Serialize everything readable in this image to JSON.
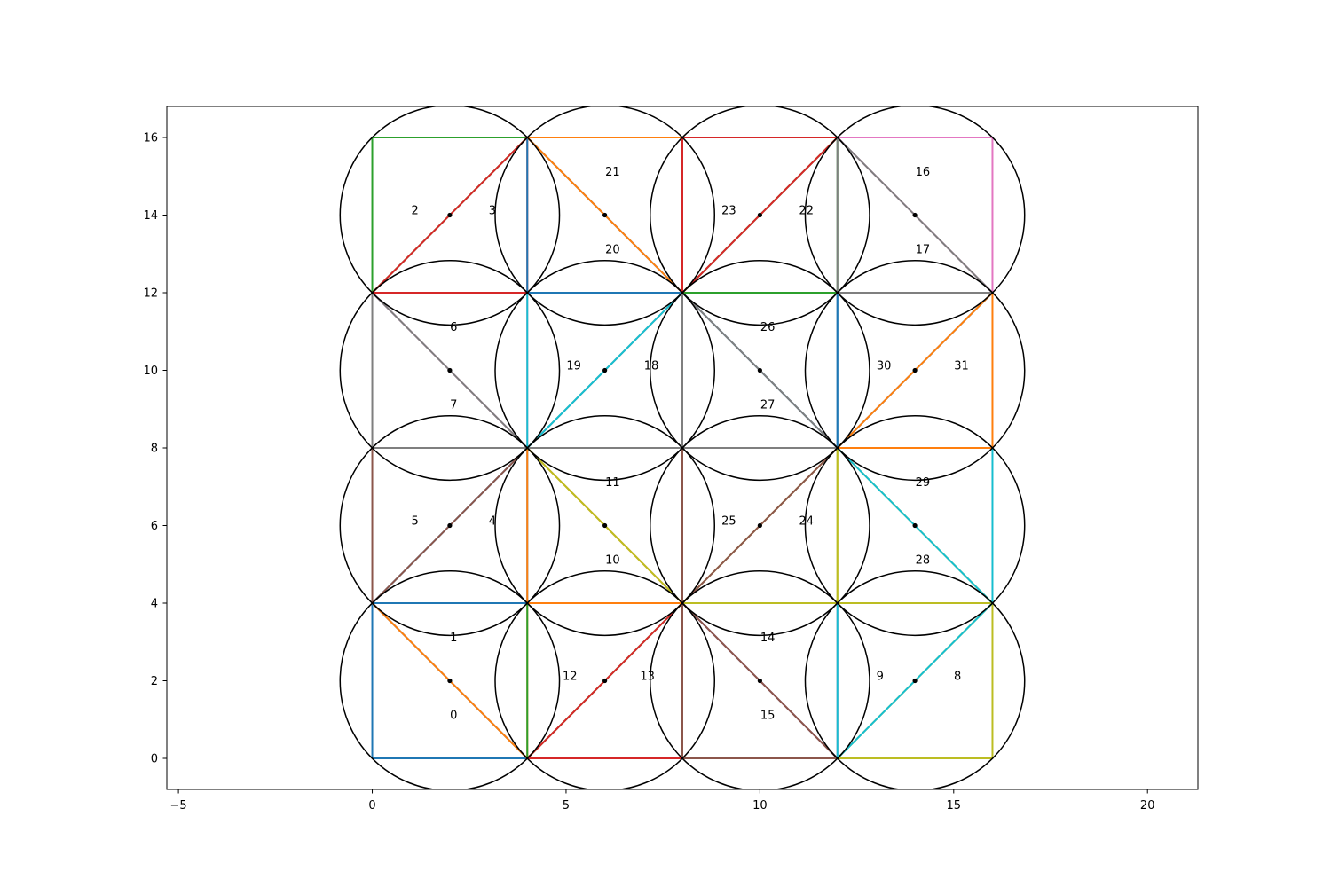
{
  "chart_data": {
    "type": "scatter",
    "title": "",
    "xlabel": "",
    "ylabel": "",
    "xlim": [
      -5.3,
      21.3
    ],
    "ylim": [
      -0.8,
      16.8
    ],
    "xticks": [
      -5,
      0,
      5,
      10,
      15,
      20
    ],
    "yticks": [
      0,
      2,
      4,
      6,
      8,
      10,
      12,
      14,
      16
    ],
    "grid": false,
    "legend": "none",
    "colors": {
      "C0": "#1f77b4",
      "C1": "#ff7f0e",
      "C2": "#2ca02c",
      "C3": "#d62728",
      "C4": "#9467bd",
      "C5": "#8c564b",
      "C6": "#e377c2",
      "C7": "#7f7f7f",
      "C8": "#bcbd22",
      "C9": "#17becf",
      "circle": "#000000",
      "center": "#000000"
    },
    "circles": [
      {
        "cx": 2,
        "cy": 2,
        "r": 2.83
      },
      {
        "cx": 6,
        "cy": 2,
        "r": 2.83
      },
      {
        "cx": 10,
        "cy": 2,
        "r": 2.83
      },
      {
        "cx": 14,
        "cy": 2,
        "r": 2.83
      },
      {
        "cx": 2,
        "cy": 6,
        "r": 2.83
      },
      {
        "cx": 6,
        "cy": 6,
        "r": 2.83
      },
      {
        "cx": 10,
        "cy": 6,
        "r": 2.83
      },
      {
        "cx": 14,
        "cy": 6,
        "r": 2.83
      },
      {
        "cx": 2,
        "cy": 10,
        "r": 2.83
      },
      {
        "cx": 6,
        "cy": 10,
        "r": 2.83
      },
      {
        "cx": 10,
        "cy": 10,
        "r": 2.83
      },
      {
        "cx": 14,
        "cy": 10,
        "r": 2.83
      },
      {
        "cx": 2,
        "cy": 14,
        "r": 2.83
      },
      {
        "cx": 6,
        "cy": 14,
        "r": 2.83
      },
      {
        "cx": 10,
        "cy": 14,
        "r": 2.83
      },
      {
        "cx": 14,
        "cy": 14,
        "r": 2.83
      }
    ],
    "centers": [
      [
        2,
        2
      ],
      [
        6,
        2
      ],
      [
        10,
        2
      ],
      [
        14,
        2
      ],
      [
        2,
        6
      ],
      [
        6,
        6
      ],
      [
        10,
        6
      ],
      [
        14,
        6
      ],
      [
        2,
        10
      ],
      [
        6,
        10
      ],
      [
        10,
        10
      ],
      [
        14,
        10
      ],
      [
        2,
        14
      ],
      [
        6,
        14
      ],
      [
        10,
        14
      ],
      [
        14,
        14
      ]
    ],
    "triangles": [
      {
        "id": "0",
        "color": "C0",
        "points": [
          [
            0,
            0
          ],
          [
            4,
            0
          ],
          [
            0,
            4
          ]
        ]
      },
      {
        "id": "1",
        "color": "C1",
        "points": [
          [
            0,
            4
          ],
          [
            4,
            0
          ],
          [
            4,
            4
          ]
        ]
      },
      {
        "id": "12",
        "color": "C2",
        "points": [
          [
            4,
            0
          ],
          [
            4,
            4
          ],
          [
            8,
            4
          ]
        ]
      },
      {
        "id": "13",
        "color": "C3",
        "points": [
          [
            4,
            0
          ],
          [
            8,
            0
          ],
          [
            8,
            4
          ]
        ]
      },
      {
        "id": "14",
        "color": "C4",
        "points": [
          [
            8,
            4
          ],
          [
            12,
            4
          ],
          [
            12,
            0
          ]
        ]
      },
      {
        "id": "15",
        "color": "C5",
        "points": [
          [
            8,
            4
          ],
          [
            8,
            0
          ],
          [
            12,
            0
          ]
        ]
      },
      {
        "id": "8",
        "color": "C8",
        "points": [
          [
            12,
            0
          ],
          [
            16,
            0
          ],
          [
            16,
            4
          ]
        ]
      },
      {
        "id": "9",
        "color": "C9",
        "points": [
          [
            12,
            0
          ],
          [
            16,
            4
          ],
          [
            12,
            4
          ]
        ]
      },
      {
        "id": "4",
        "color": "C0",
        "points": [
          [
            4,
            4
          ],
          [
            4,
            8
          ],
          [
            0,
            4
          ]
        ]
      },
      {
        "id": "5",
        "color": "C5",
        "points": [
          [
            0,
            4
          ],
          [
            4,
            8
          ],
          [
            0,
            8
          ]
        ]
      },
      {
        "id": "10",
        "color": "C1",
        "points": [
          [
            4,
            8
          ],
          [
            8,
            4
          ],
          [
            4,
            4
          ]
        ]
      },
      {
        "id": "11",
        "color": "C8",
        "points": [
          [
            4,
            8
          ],
          [
            8,
            8
          ],
          [
            8,
            4
          ]
        ]
      },
      {
        "id": "24",
        "color": "C8",
        "points": [
          [
            8,
            4
          ],
          [
            12,
            4
          ],
          [
            12,
            8
          ]
        ]
      },
      {
        "id": "25",
        "color": "C5",
        "points": [
          [
            8,
            4
          ],
          [
            12,
            8
          ],
          [
            8,
            8
          ]
        ]
      },
      {
        "id": "28",
        "color": "C8",
        "points": [
          [
            12,
            4
          ],
          [
            16,
            4
          ],
          [
            12,
            8
          ]
        ]
      },
      {
        "id": "29",
        "color": "C9",
        "points": [
          [
            12,
            8
          ],
          [
            16,
            4
          ],
          [
            16,
            8
          ]
        ]
      },
      {
        "id": "6",
        "color": "C6",
        "points": [
          [
            0,
            12
          ],
          [
            4,
            12
          ],
          [
            4,
            8
          ]
        ]
      },
      {
        "id": "7",
        "color": "C7",
        "points": [
          [
            0,
            8
          ],
          [
            4,
            8
          ],
          [
            0,
            12
          ]
        ]
      },
      {
        "id": "18",
        "color": "C7",
        "points": [
          [
            4,
            8
          ],
          [
            8,
            8
          ],
          [
            8,
            12
          ]
        ]
      },
      {
        "id": "19",
        "color": "C9",
        "points": [
          [
            4,
            8
          ],
          [
            8,
            12
          ],
          [
            4,
            12
          ]
        ]
      },
      {
        "id": "26",
        "color": "C0",
        "points": [
          [
            8,
            12
          ],
          [
            12,
            12
          ],
          [
            12,
            8
          ]
        ]
      },
      {
        "id": "27",
        "color": "C7",
        "points": [
          [
            8,
            8
          ],
          [
            12,
            8
          ],
          [
            8,
            12
          ]
        ]
      },
      {
        "id": "30",
        "color": "C0",
        "points": [
          [
            12,
            8
          ],
          [
            12,
            12
          ],
          [
            16,
            12
          ]
        ]
      },
      {
        "id": "31",
        "color": "C1",
        "points": [
          [
            12,
            8
          ],
          [
            16,
            8
          ],
          [
            16,
            12
          ]
        ]
      },
      {
        "id": "2",
        "color": "C2",
        "points": [
          [
            0,
            12
          ],
          [
            0,
            16
          ],
          [
            4,
            16
          ]
        ]
      },
      {
        "id": "3",
        "color": "C3",
        "points": [
          [
            0,
            12
          ],
          [
            4,
            16
          ],
          [
            4,
            12
          ]
        ]
      },
      {
        "id": "20",
        "color": "C0",
        "points": [
          [
            4,
            12
          ],
          [
            4,
            16
          ],
          [
            8,
            12
          ]
        ]
      },
      {
        "id": "21",
        "color": "C1",
        "points": [
          [
            4,
            16
          ],
          [
            8,
            16
          ],
          [
            8,
            12
          ]
        ]
      },
      {
        "id": "22",
        "color": "C2",
        "points": [
          [
            8,
            12
          ],
          [
            12,
            16
          ],
          [
            12,
            12
          ]
        ]
      },
      {
        "id": "23",
        "color": "C3",
        "points": [
          [
            8,
            12
          ],
          [
            8,
            16
          ],
          [
            12,
            16
          ]
        ]
      },
      {
        "id": "16",
        "color": "C6",
        "points": [
          [
            12,
            16
          ],
          [
            16,
            16
          ],
          [
            16,
            12
          ]
        ]
      },
      {
        "id": "17",
        "color": "C7",
        "points": [
          [
            12,
            12
          ],
          [
            12,
            16
          ],
          [
            16,
            12
          ]
        ]
      }
    ],
    "labels": [
      {
        "text": "0",
        "x": 2.1,
        "y": 1.1
      },
      {
        "text": "1",
        "x": 2.1,
        "y": 3.1
      },
      {
        "text": "12",
        "x": 5.1,
        "y": 2.1
      },
      {
        "text": "13",
        "x": 7.1,
        "y": 2.1
      },
      {
        "text": "14",
        "x": 10.2,
        "y": 3.1
      },
      {
        "text": "15",
        "x": 10.2,
        "y": 1.1
      },
      {
        "text": "9",
        "x": 13.1,
        "y": 2.1
      },
      {
        "text": "8",
        "x": 15.1,
        "y": 2.1
      },
      {
        "text": "5",
        "x": 1.1,
        "y": 6.1
      },
      {
        "text": "4",
        "x": 3.1,
        "y": 6.1
      },
      {
        "text": "10",
        "x": 6.2,
        "y": 5.1
      },
      {
        "text": "11",
        "x": 6.2,
        "y": 7.1
      },
      {
        "text": "25",
        "x": 9.2,
        "y": 6.1
      },
      {
        "text": "24",
        "x": 11.2,
        "y": 6.1
      },
      {
        "text": "28",
        "x": 14.2,
        "y": 5.1
      },
      {
        "text": "29",
        "x": 14.2,
        "y": 7.1
      },
      {
        "text": "6",
        "x": 2.1,
        "y": 11.1
      },
      {
        "text": "7",
        "x": 2.1,
        "y": 9.1
      },
      {
        "text": "19",
        "x": 5.2,
        "y": 10.1
      },
      {
        "text": "18",
        "x": 7.2,
        "y": 10.1
      },
      {
        "text": "26",
        "x": 10.2,
        "y": 11.1
      },
      {
        "text": "27",
        "x": 10.2,
        "y": 9.1
      },
      {
        "text": "30",
        "x": 13.2,
        "y": 10.1
      },
      {
        "text": "31",
        "x": 15.2,
        "y": 10.1
      },
      {
        "text": "2",
        "x": 1.1,
        "y": 14.1
      },
      {
        "text": "3",
        "x": 3.1,
        "y": 14.1
      },
      {
        "text": "21",
        "x": 6.2,
        "y": 15.1
      },
      {
        "text": "20",
        "x": 6.2,
        "y": 13.1
      },
      {
        "text": "23",
        "x": 9.2,
        "y": 14.1
      },
      {
        "text": "22",
        "x": 11.2,
        "y": 14.1
      },
      {
        "text": "16",
        "x": 14.2,
        "y": 15.1
      },
      {
        "text": "17",
        "x": 14.2,
        "y": 13.1
      }
    ]
  }
}
